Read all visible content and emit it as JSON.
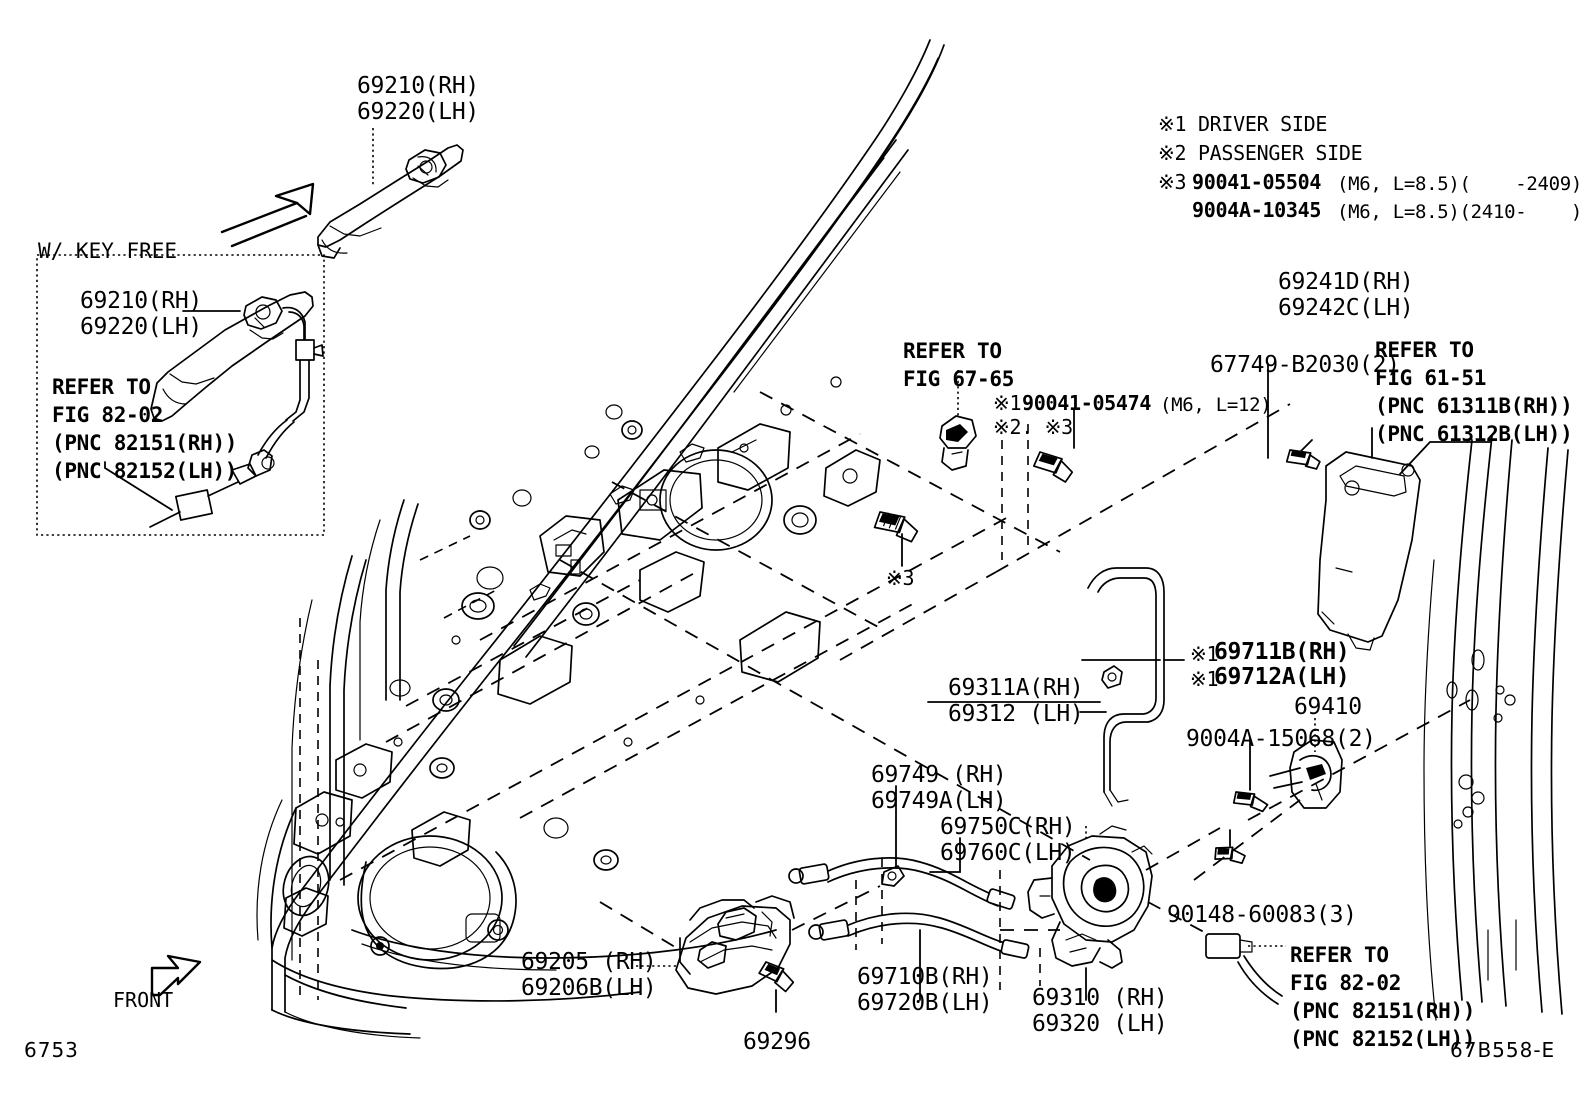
{
  "sheet": {
    "page_code": "6753",
    "figure_code": "67B558-E",
    "front_label": "FRONT"
  },
  "inset": {
    "title": "W/ KEY FREE",
    "part_rh": "69210(RH)",
    "part_lh": "69220(LH)",
    "refer": [
      "REFER TO",
      "FIG 82-02",
      "(PNC 82151(RH))",
      "(PNC 82152(LH))"
    ]
  },
  "notes": {
    "n1": "※1 DRIVER SIDE",
    "n2": "※2 PASSENGER SIDE",
    "n3_mark": "※3",
    "n3_part_a": "90041-05504",
    "n3_spec_a": "(M6, L=8.5)(    -2409)",
    "n3_part_b": "9004A-10345",
    "n3_spec_b": "(M6, L=8.5)(2410-    )"
  },
  "labels": {
    "outside_handle_rh": "69210(RH)",
    "outside_handle_lh": "69220(LH)",
    "refer_6765": [
      "REFER TO",
      "FIG 67-65"
    ],
    "bolt_05474_mark": "※1",
    "bolt_05474": "90041-05474",
    "bolt_05474_spec": "(M6, L=12)",
    "bolt_05474_marks2": "※2. ※3",
    "bolt_star3": "※3",
    "bracket_rh": "69241D(RH)",
    "bracket_lh": "69242C(LH)",
    "clip_67749": "67749-B2030(2)",
    "refer_6151": [
      "REFER TO",
      "FIG 61-51",
      "(PNC 61311B(RH))",
      "(PNC 61312B(LH))"
    ],
    "rod_mark_rh": "※1",
    "rod_rh": "69711B(RH)",
    "rod_mark_lh": "※1",
    "rod_lh": "69712A(LH)",
    "lock_rh": "69311A(RH)",
    "lock_lh": "69312 (LH)",
    "striker": "69410",
    "screw_15068": "9004A-15068(2)",
    "cable_rh": "69749 (RH)",
    "cable_lh": "69749A(LH)",
    "cable2_rh": "69750C(RH)",
    "cable2_lh": "69760C(LH)",
    "inside_handle_rh": "69205 (RH)",
    "inside_handle_lh": "69206B(LH)",
    "screw_69296": "69296",
    "link_rh": "69710B(RH)",
    "link_lh": "69720B(LH)",
    "latch_rh": "69310 (RH)",
    "latch_lh": "69320 (LH)",
    "screw_90148": "90148-60083(3)",
    "refer_8202": [
      "REFER TO",
      "FIG 82-02",
      "(PNC 82151(RH))",
      "(PNC 82152(LH))"
    ]
  },
  "colors": {
    "ink": "#000000",
    "paper": "#ffffff"
  }
}
